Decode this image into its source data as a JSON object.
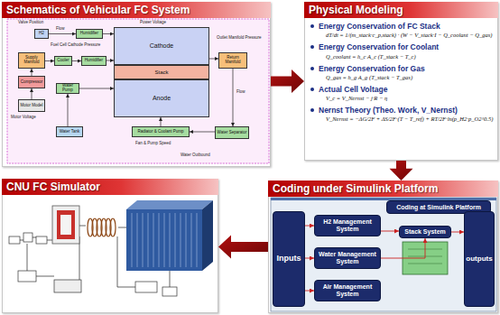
{
  "diagram": {
    "nodes": [
      {
        "text": [
          "Schematics of Vehicular FC System"
        ]
      },
      {
        "text": [
          "H2"
        ],
        "in": 0
      },
      {
        "text": [
          "Humidifier"
        ],
        "in": 0
      },
      {
        "text": [
          "Cathode"
        ],
        "in": 0
      },
      {
        "text": [
          "Stack"
        ],
        "in": 0
      },
      {
        "text": [
          "Anode"
        ],
        "in": 0
      },
      {
        "text": [
          "Supply Manifold"
        ],
        "in": 0
      },
      {
        "text": [
          "Cooler"
        ],
        "in": 0
      },
      {
        "text": [
          "Humidifier"
        ],
        "in": 0
      },
      {
        "text": [
          "Return Manifold"
        ],
        "in": 0
      },
      {
        "text": [
          "Compressor"
        ],
        "in": 0
      },
      {
        "text": [
          "Water Pump"
        ],
        "in": 0
      },
      {
        "text": [
          "Motor Model"
        ],
        "in": 0
      },
      {
        "text": [
          "Water Tank"
        ],
        "in": 0
      },
      {
        "text": [
          "Radiator & Coolant Pump"
        ],
        "in": 0
      },
      {
        "text": [
          "Water Separator"
        ],
        "in": 0
      },
      {
        "text": [
          "Physical Modeling",
          "Energy Conservation of FC Stack",
          "dT/dt = 1/(m_stack·c_p,stack) · (W − V_stack·I − Q_coolant − Q_gas)",
          "Energy Conservation for Coolant",
          "Q_coolant = h_c A_c (T_stack − T_c)",
          "Energy Conservation for Gas",
          "Q_gas = h_g A_g (T_stack − T_gas)",
          "Actual Cell Voltage",
          "V_c = V_Nernst − j·R − η",
          "Nernst Theory (Theo. Work, V_Nernst)",
          "V_Nernst = −ΔG/2F + ΔS/2F·(T − T_ref) + RT/2F·ln(p_H2·p_O2^0.5)"
        ]
      },
      {
        "text": [
          "CNU FC Simulator"
        ]
      },
      {
        "text": [
          "Coding under Simulink Platform"
        ]
      },
      {
        "text": [
          "Coding at Simulink Platform"
        ],
        "in": 18
      },
      {
        "text": [
          "Inputs"
        ],
        "in": 18
      },
      {
        "text": [
          "H2 Management System"
        ],
        "in": 18
      },
      {
        "text": [
          "Stack System"
        ],
        "in": 18
      },
      {
        "text": [
          "Water Management System"
        ],
        "in": 18
      },
      {
        "text": [
          "Air Management System"
        ],
        "in": 18
      },
      {
        "text": [
          "outputs"
        ],
        "in": 18
      }
    ],
    "edges": [
      {
        "from": 0,
        "to": 16,
        "arrow": "to"
      },
      {
        "from": 16,
        "to": 18,
        "arrow": "to"
      },
      {
        "from": 18,
        "to": 17,
        "arrow": "to"
      },
      {
        "from": 1,
        "to": 2,
        "arrow": "to"
      },
      {
        "from": 2,
        "to": 3,
        "arrow": "to"
      },
      {
        "from": 6,
        "to": 7,
        "arrow": "to"
      },
      {
        "from": 7,
        "to": 8,
        "arrow": "to"
      },
      {
        "from": 8,
        "to": 3,
        "arrow": "to"
      },
      {
        "from": 10,
        "to": 6,
        "arrow": "to"
      },
      {
        "from": 12,
        "to": 10,
        "arrow": "to"
      },
      {
        "from": 11,
        "to": 5,
        "arrow": "to"
      },
      {
        "from": 13,
        "to": 11,
        "arrow": "to"
      },
      {
        "from": 14,
        "to": 5,
        "arrow": "to"
      },
      {
        "from": 3,
        "to": 9,
        "arrow": "to"
      },
      {
        "from": 9,
        "to": 15,
        "arrow": "to"
      },
      {
        "from": 15,
        "to": 14,
        "arrow": "to"
      },
      {
        "from": 20,
        "to": 21,
        "arrow": "to"
      },
      {
        "from": 20,
        "to": 23,
        "arrow": "to"
      },
      {
        "from": 20,
        "to": 24,
        "arrow": "to"
      },
      {
        "from": 21,
        "to": 22,
        "arrow": "to"
      },
      {
        "from": 23,
        "to": 22,
        "arrow": "to"
      },
      {
        "from": 22,
        "to": 25,
        "arrow": "to"
      }
    ],
    "labels": [
      "Valve Position",
      "Flow",
      "Power Voltage",
      "Fuel Cell Cathode Pressure",
      "Outlet Manifold Pressure",
      "Flow",
      "Motor Voltage",
      "Fan & Pump Speed",
      "Water Outbound"
    ]
  }
}
